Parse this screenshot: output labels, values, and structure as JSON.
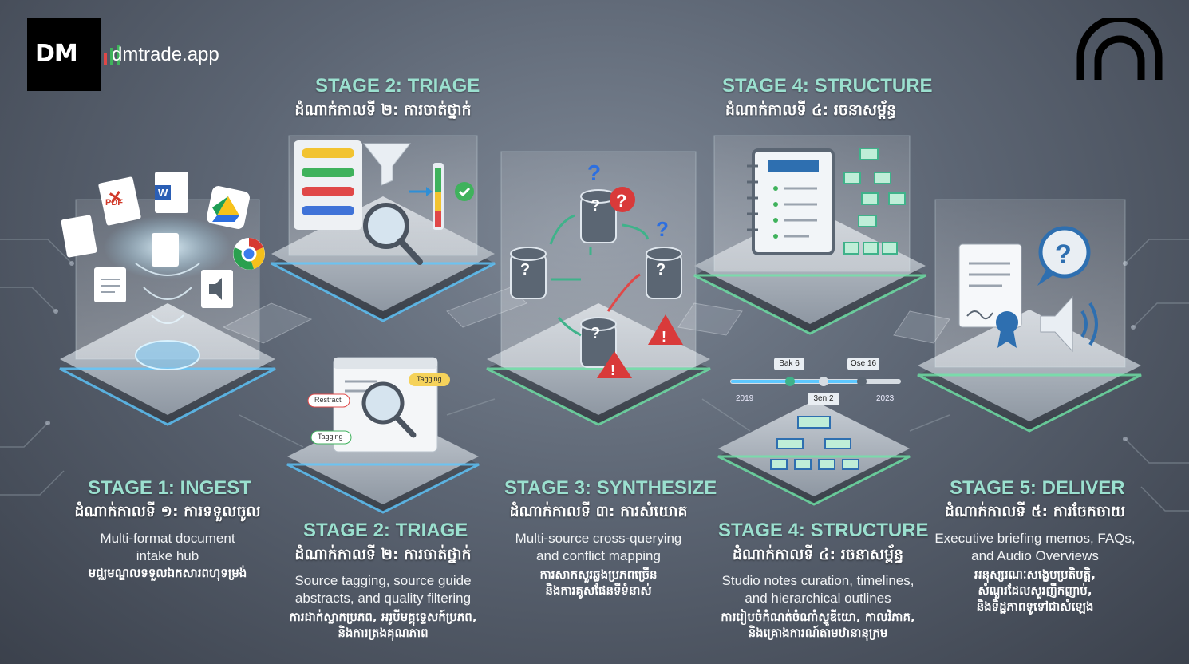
{
  "brand": {
    "logo_text": "DM",
    "url": "dmtrade.app"
  },
  "stages": {
    "s1": {
      "title": "STAGE 1: INGEST",
      "subtitle": "ដំណាក់កាលទី ១: ការទទួលចូល",
      "desc": [
        "Multi-format document",
        "intake hub"
      ],
      "desc_km": [
        "មជ្ឈមណ្ឌលទទួលឯកសារពហុទម្រង់"
      ]
    },
    "s2_top": {
      "title": "STAGE 2: TRIAGE",
      "subtitle": "ដំណាក់កាលទី ២: ការចាត់ថ្នាក់"
    },
    "s2": {
      "title": "STAGE 2: TRIAGE",
      "subtitle": "ដំណាក់កាលទី ២: ការចាត់ថ្នាក់",
      "desc": [
        "Source tagging, source guide",
        "abstracts, and quality filtering"
      ],
      "desc_km": [
        "ការដាក់ស្លាកប្រភព, អរូបីមគ្គុទ្ទេសក៍ប្រភព,",
        "និងការត្រងគុណភាព"
      ]
    },
    "s3": {
      "title": "STAGE 3: SYNTHESIZE",
      "subtitle": "ដំណាក់កាលទី ៣: ការសំយោគ",
      "desc": [
        "Multi-source cross-querying",
        "and conflict mapping"
      ],
      "desc_km": [
        "ការសាកសួរឆ្លងប្រភពច្រើន",
        "និងការគូសផែនទីទំនាស់"
      ]
    },
    "s4_top": {
      "title": "STAGE 4: STRUCTURE",
      "subtitle": "ដំណាក់កាលទី ៤: រចនាសម្ព័ន្ធ"
    },
    "s4": {
      "title": "STAGE 4: STRUCTURE",
      "subtitle": "ដំណាក់កាលទី ៤: រចនាសម្ព័ន្ធ",
      "desc": [
        "Studio notes curation, timelines,",
        "and hierarchical outlines"
      ],
      "desc_km": [
        "ការរៀបចំកំណត់ចំណាំស្ទូឌីយោ, កាលវិភាគ,",
        "និងគ្រោងការណ៍តាមឋានានុក្រម"
      ]
    },
    "s5": {
      "title": "STAGE 5: DELIVER",
      "subtitle": "ដំណាក់កាលទី ៥: ការចែកចាយ",
      "desc": [
        "Executive briefing memos, FAQs,",
        "and Audio Overviews"
      ],
      "desc_km": [
        "អនុស្សរណៈសង្ខេបប្រតិបត្តិ,",
        "សំណួរដែលសួរញឹកញាប់,",
        "និងទិដ្ឋភាពទូទៅជាសំឡេង"
      ]
    }
  },
  "ingest_icons": {
    "pdf_label": "PDF",
    "word_label": "W"
  },
  "triage_tags": {
    "t1": "Tagging",
    "t2": "Restract",
    "t3": "Tagging"
  },
  "timeline": {
    "label1": "Bak 6",
    "label2": "Ose 16",
    "label3": "3en 2",
    "year_start": "2019",
    "year_end": "2023"
  },
  "colors": {
    "accent_teal": "#9be0cf",
    "glow_blue": "#5ec8ff",
    "glow_green": "#6fe6a8",
    "alert_red": "#d93a3a"
  }
}
